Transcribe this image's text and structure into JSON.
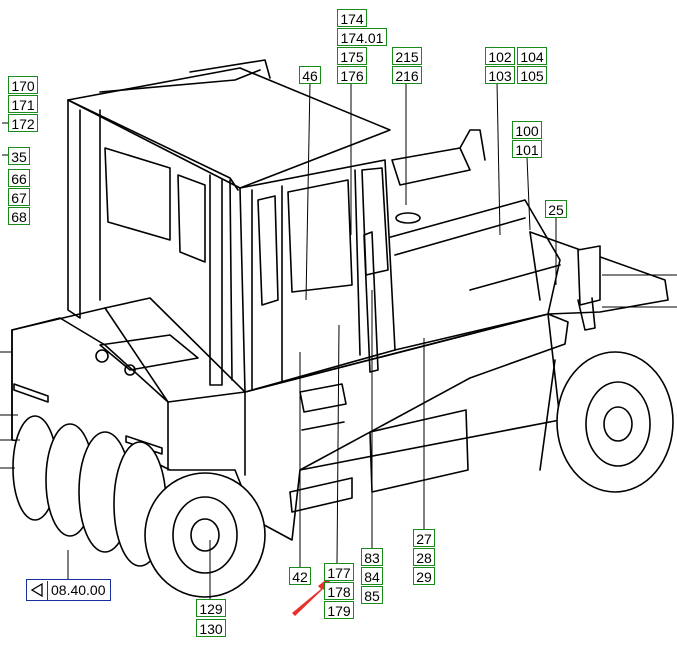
{
  "labels": {
    "l174": "174",
    "l174_01": "174.01",
    "l175": "175",
    "l176": "176",
    "l46": "46",
    "l215": "215",
    "l216": "216",
    "l102": "102",
    "l103": "103",
    "l104": "104",
    "l105": "105",
    "l100": "100",
    "l101": "101",
    "l25": "25",
    "l170": "170",
    "l171": "171",
    "l172": "172",
    "l35": "35",
    "l66": "66",
    "l67": "67",
    "l68": "68",
    "l42": "42",
    "l177": "177",
    "l178": "178",
    "l179": "179",
    "l83": "83",
    "l84": "84",
    "l85": "85",
    "l27": "27",
    "l28": "28",
    "l29": "29",
    "l129": "129",
    "l130": "130"
  },
  "reference": {
    "text": "08.40.00",
    "icon": "back-arrow-icon"
  },
  "colors": {
    "label_border": "#1a8a1a",
    "reference_border": "#1c2fa0",
    "highlight_arrow": "#e8312a",
    "line": "#000000"
  }
}
